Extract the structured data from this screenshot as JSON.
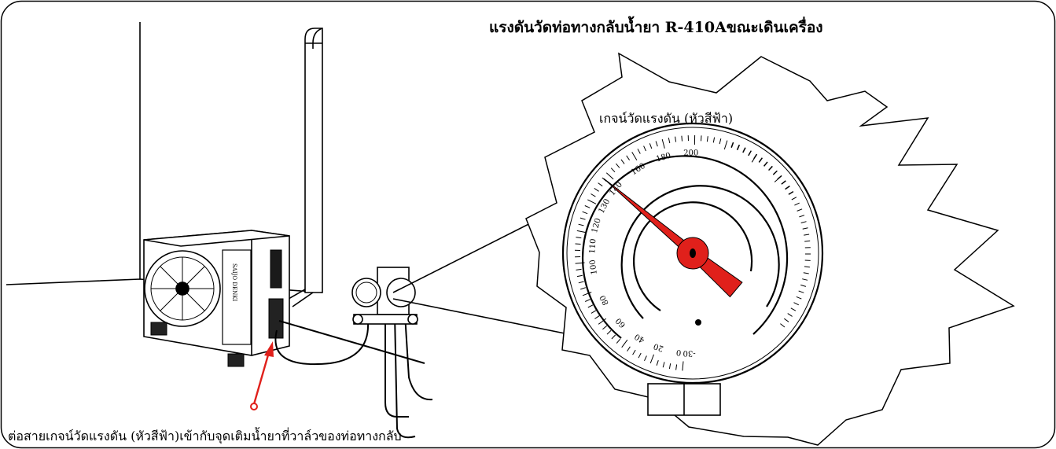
{
  "title": "แรงดันวัดท่อทางกลับน้ำยา R-410Aขณะเดินเครื่อง",
  "gauge": {
    "label": "เกจน์วัดแรงดัน (หัวสีฟ้า)",
    "scale_labels": [
      "-30",
      "0",
      "20",
      "40",
      "60",
      "80",
      "100",
      "110",
      "120",
      "130",
      "140",
      "160",
      "180",
      "200"
    ],
    "needle_reading": "140",
    "needle_color": "#e0201b"
  },
  "unit": {
    "brand": "SAIJO DENKI"
  },
  "caption": "ต่อสายเกจน์วัดแรงดัน (หัวสีฟ้า)เข้ากับจุดเติมน้ำยาที่วาล์วของท่อทางกลับ",
  "colors": {
    "line": "#000000",
    "arrow": "#e0201b",
    "background": "#ffffff"
  }
}
